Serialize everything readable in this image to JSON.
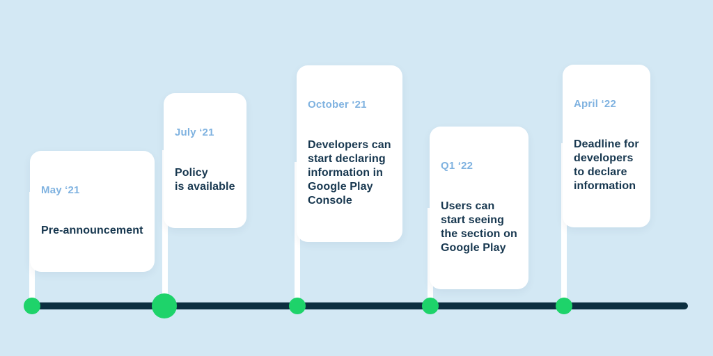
{
  "colors": {
    "background": "#d3e8f4",
    "card": "#ffffff",
    "date-text": "#7fb2e0",
    "body-text": "#17374f",
    "timeline-line": "#0c2f40",
    "dot-green": "#1ed36a",
    "stem": "#ffffff"
  },
  "timeline": {
    "milestones": [
      {
        "date": "May ‘21",
        "text": "Pre-announcement"
      },
      {
        "date": "July ‘21",
        "text": "Policy\nis available"
      },
      {
        "date": "October ‘21",
        "text": "Developers can\nstart declaring\ninformation in\nGoogle Play\nConsole"
      },
      {
        "date": "Q1 ‘22",
        "text": "Users can\nstart seeing\nthe section on\nGoogle Play"
      },
      {
        "date": "April ‘22",
        "text": "Deadline for\ndevelopers\nto declare\ninformation"
      }
    ]
  }
}
